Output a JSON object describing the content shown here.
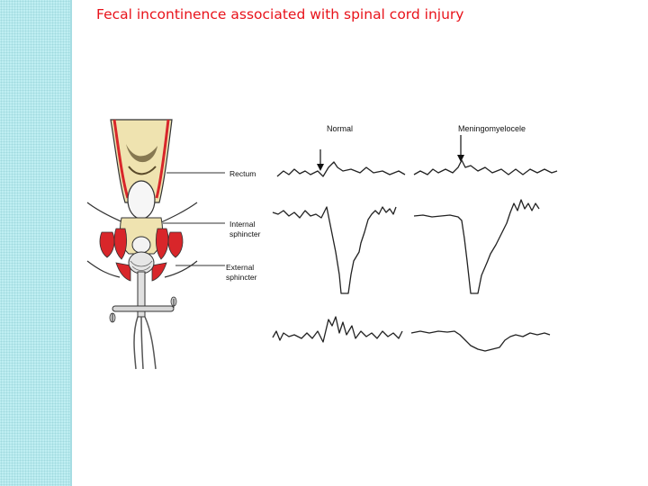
{
  "title": "Fecal incontinence associated with spinal cord injury",
  "colors": {
    "title": "#e8131b",
    "side_strip": "#bfeef2",
    "muscle": "#d8262a",
    "mucosa": "#e9d79a",
    "trace": "#222222"
  },
  "figure": {
    "labels": {
      "rectum": "Rectum",
      "internal_line1": "Internal",
      "internal_line2": "sphincter",
      "external_line1": "External",
      "external_line2": "sphincter"
    },
    "columns": {
      "normal": "Normal",
      "meningomyelocele": "Meningomyelocele"
    }
  }
}
